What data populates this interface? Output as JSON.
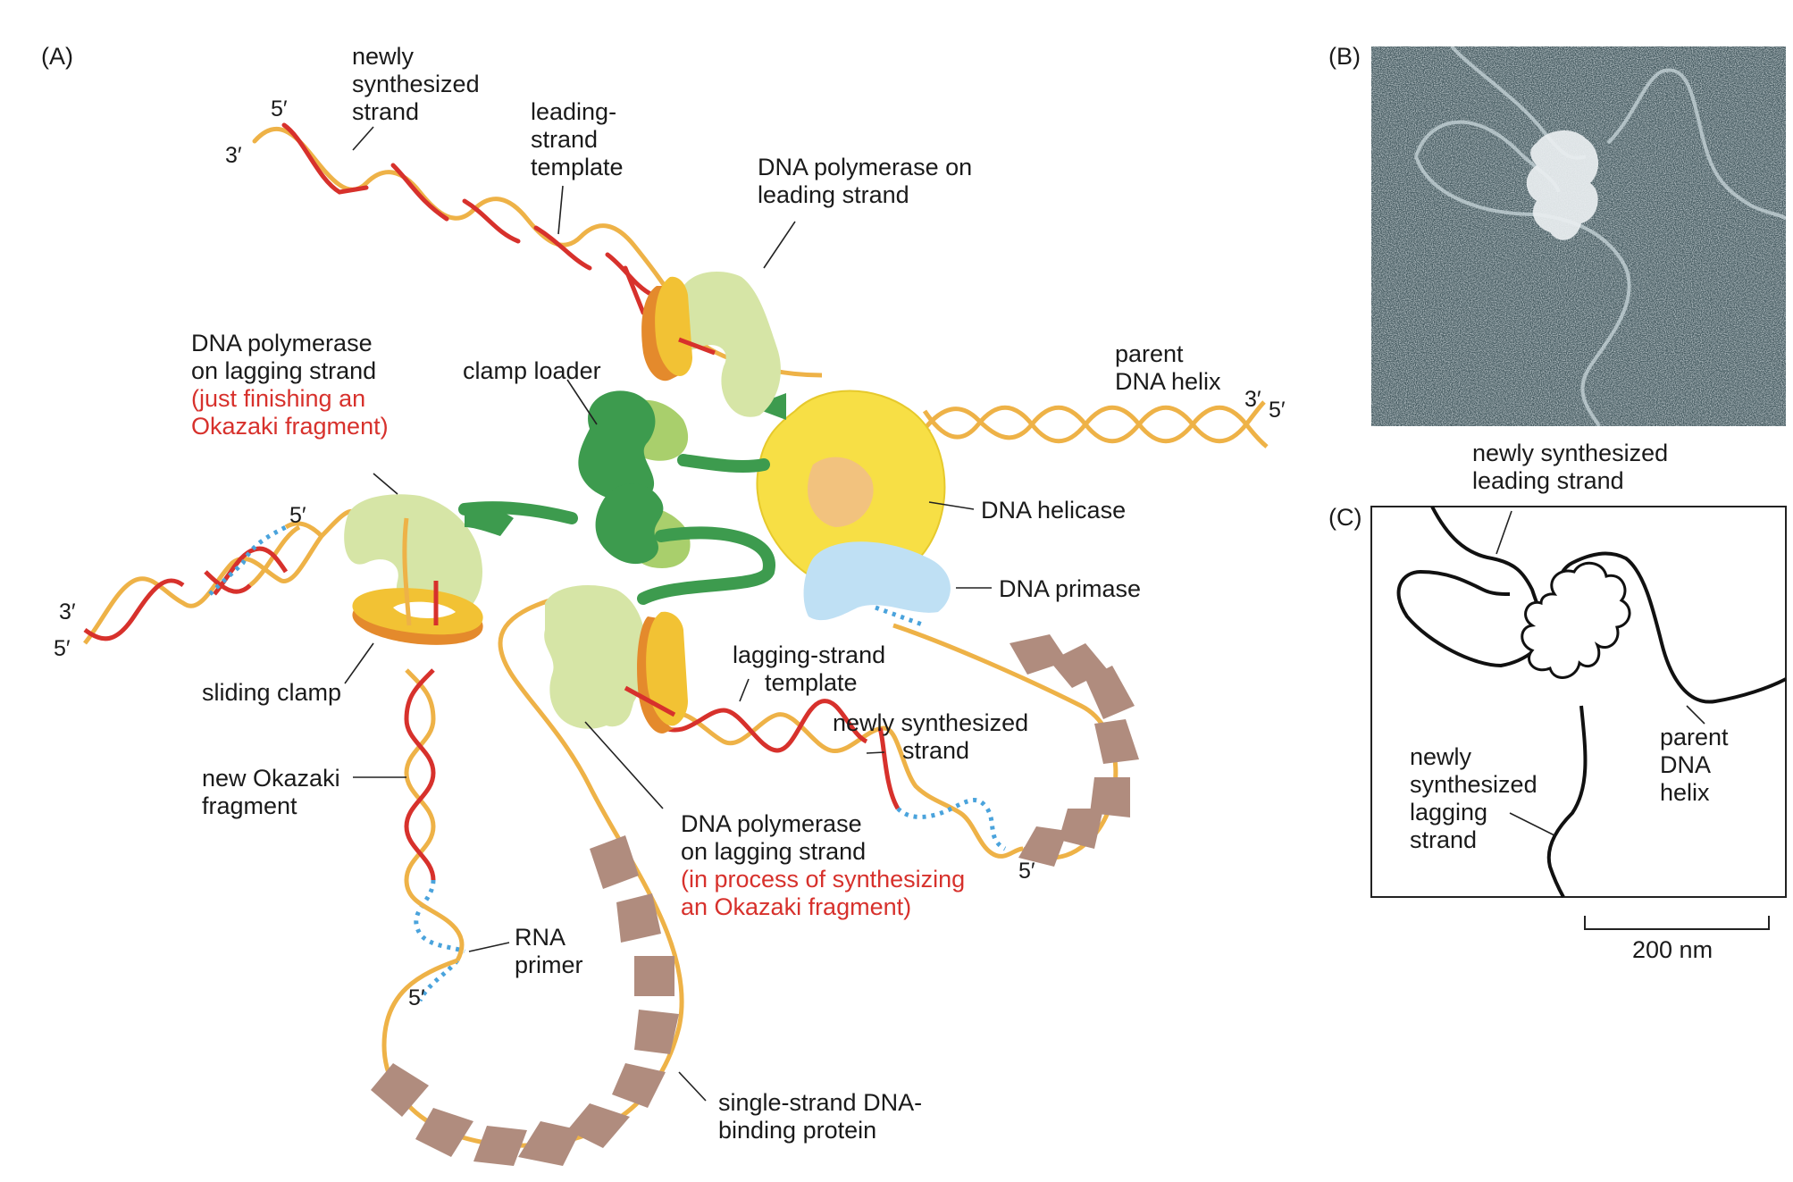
{
  "panels": {
    "a": "(A)",
    "b": "(B)",
    "c": "(C)"
  },
  "labels_a": {
    "newly_synth_top": [
      "newly",
      "synthesized",
      "strand"
    ],
    "leading_template": [
      "leading-",
      "strand",
      "template"
    ],
    "pol_leading": [
      "DNA polymerase on",
      "leading strand"
    ],
    "pol_lagging_1": [
      "DNA polymerase",
      "on lagging strand"
    ],
    "pol_lagging_1_red": [
      "(just finishing an",
      "Okazaki fragment)"
    ],
    "clamp_loader": "clamp loader",
    "parent_helix": [
      "parent",
      "DNA helix"
    ],
    "helicase": "DNA helicase",
    "primase": "DNA primase",
    "sliding_clamp": "sliding clamp",
    "lagging_template": [
      "lagging-strand",
      "template"
    ],
    "newly_synth_right": [
      "newly synthesized",
      "strand"
    ],
    "new_okazaki": [
      "new Okazaki",
      "fragment"
    ],
    "pol_lagging_2": [
      "DNA polymerase",
      "on lagging strand"
    ],
    "pol_lagging_2_red": [
      "(in process of synthesizing",
      "an Okazaki fragment)"
    ],
    "rna_primer": [
      "RNA",
      "primer"
    ],
    "ssb": [
      "single-strand DNA-",
      "binding protein"
    ]
  },
  "ends": {
    "top_5": "5′",
    "top_3": "3′",
    "right_3": "3′",
    "right_5": "5′",
    "left_5_upper": "5′",
    "left_3": "3′",
    "left_5": "5′",
    "lag_5": "5′",
    "primer_5": "5′"
  },
  "labels_c": {
    "leading": [
      "newly synthesized",
      "leading strand"
    ],
    "parent": [
      "parent",
      "DNA",
      "helix"
    ],
    "lagging": [
      "newly",
      "synthesized",
      "lagging",
      "strand"
    ],
    "scale": "200 nm"
  },
  "colors": {
    "template_strand": "#eeb247",
    "new_strand": "#d7312c",
    "rna_primer": "#4aa3dc",
    "polymerase": "#d6e5a6",
    "clamp": "#f2c234",
    "clamp_edge": "#e48a2c",
    "clamp_loader_dark": "#3d9b4e",
    "clamp_loader_light": "#a9cf6c",
    "helicase": "#f7df45",
    "primase": "#bfe0f4",
    "ssb": "#b08c7e"
  }
}
